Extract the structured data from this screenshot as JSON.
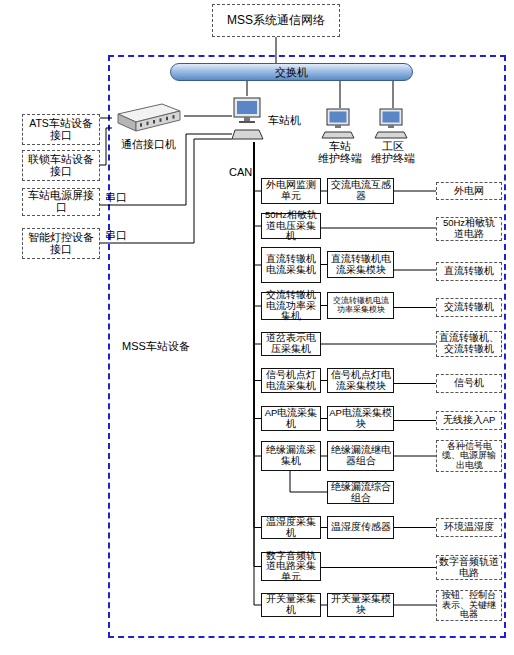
{
  "diagram": {
    "nodes": [
      {
        "text": [
          "MSS系统通信网络"
        ]
      },
      {
        "text": [
          "MSS车站设备"
        ]
      },
      {
        "text": [
          "交换机"
        ],
        "in": 1
      },
      {
        "text": [
          "ATS车站设备接口"
        ]
      },
      {
        "text": [
          "通信接口机"
        ],
        "in": 1
      },
      {
        "text": [
          "车站机"
        ],
        "in": 1
      },
      {
        "text": [
          "车站 维护终端"
        ],
        "in": 1
      },
      {
        "text": [
          "工区 维护终端"
        ],
        "in": 1
      },
      {
        "text": [
          "联锁车站设备接口"
        ]
      },
      {
        "text": [
          "车站电源屏接口"
        ]
      },
      {
        "text": [
          "智能灯控设备接口"
        ]
      },
      {
        "text": [
          "外电网监测单元"
        ],
        "in": 1
      },
      {
        "text": [
          "交流电流互感器"
        ],
        "in": 1
      },
      {
        "text": [
          "外电网"
        ],
        "in": 1
      },
      {
        "text": [
          "50Hz相敏轨道电压采集机"
        ],
        "in": 1
      },
      {
        "text": [
          "50Hz相敏轨道电路"
        ],
        "in": 1
      },
      {
        "text": [
          "直流转辙机电流采集机"
        ],
        "in": 1
      },
      {
        "text": [
          "直流转辙机电流采集模块"
        ],
        "in": 1
      },
      {
        "text": [
          "直流转辙机"
        ],
        "in": 1
      },
      {
        "text": [
          "交流转辙机电流功率采集机"
        ],
        "in": 1
      },
      {
        "text": [
          "交流转辙机电流功率采集模块"
        ],
        "in": 1
      },
      {
        "text": [
          "交流转辙机"
        ],
        "in": 1
      },
      {
        "text": [
          "道岔表示电压采集机"
        ],
        "in": 1
      },
      {
        "text": [
          "直流转辙机、交流转辙机"
        ],
        "in": 1
      },
      {
        "text": [
          "信号机点灯电流采集机"
        ],
        "in": 1
      },
      {
        "text": [
          "信号机点灯电流采集模块"
        ],
        "in": 1
      },
      {
        "text": [
          "信号机"
        ],
        "in": 1
      },
      {
        "text": [
          "AP电流采集机"
        ],
        "in": 1
      },
      {
        "text": [
          "AP电流采集模块"
        ],
        "in": 1
      },
      {
        "text": [
          "无线接入AP"
        ],
        "in": 1
      },
      {
        "text": [
          "绝缘漏流采集机"
        ],
        "in": 1
      },
      {
        "text": [
          "绝缘漏流继电器组合"
        ],
        "in": 1
      },
      {
        "text": [
          "各种信号电缆、电源屏输出电缆"
        ],
        "in": 1
      },
      {
        "text": [
          "绝缘漏流综合组合"
        ],
        "in": 1
      },
      {
        "text": [
          "温湿度采集机"
        ],
        "in": 1
      },
      {
        "text": [
          "温湿度传感器"
        ],
        "in": 1
      },
      {
        "text": [
          "环境温湿度"
        ],
        "in": 1
      },
      {
        "text": [
          "数字音频轨道电路采集单元"
        ],
        "in": 1
      },
      {
        "text": [
          "数字音频轨道电路"
        ],
        "in": 1
      },
      {
        "text": [
          "开关量采集机"
        ],
        "in": 1
      },
      {
        "text": [
          "开关量采集模块"
        ],
        "in": 1
      },
      {
        "text": [
          "按钮、控制台表示、关键继电器"
        ],
        "in": 1
      }
    ],
    "edges": [
      {
        "from": 0,
        "to": 2,
        "arrow": "none"
      },
      {
        "from": 2,
        "to": 5,
        "arrow": "none"
      },
      {
        "from": 2,
        "to": 6,
        "arrow": "none"
      },
      {
        "from": 2,
        "to": 7,
        "arrow": "none"
      },
      {
        "from": 3,
        "to": 4,
        "arrow": "none"
      },
      {
        "from": 8,
        "to": 4,
        "arrow": "none"
      },
      {
        "from": 4,
        "to": 5,
        "arrow": "none"
      },
      {
        "from": 9,
        "to": 5,
        "label": "串口",
        "arrow": "none"
      },
      {
        "from": 10,
        "to": 5,
        "label": "串口",
        "arrow": "none"
      },
      {
        "from": 5,
        "to": 11,
        "arrow": "none"
      },
      {
        "from": 5,
        "to": 14,
        "arrow": "none"
      },
      {
        "from": 5,
        "to": 16,
        "arrow": "none"
      },
      {
        "from": 5,
        "to": 19,
        "arrow": "none"
      },
      {
        "from": 5,
        "to": 22,
        "arrow": "none"
      },
      {
        "from": 5,
        "to": 24,
        "arrow": "none"
      },
      {
        "from": 5,
        "to": 27,
        "arrow": "none"
      },
      {
        "from": 5,
        "to": 30,
        "arrow": "none"
      },
      {
        "from": 5,
        "to": 34,
        "arrow": "none"
      },
      {
        "from": 5,
        "to": 37,
        "arrow": "none"
      },
      {
        "from": 5,
        "to": 39,
        "arrow": "none"
      },
      {
        "from": 11,
        "to": 12,
        "arrow": "none"
      },
      {
        "from": 12,
        "to": 13,
        "arrow": "none"
      },
      {
        "from": 14,
        "to": 15,
        "arrow": "none"
      },
      {
        "from": 16,
        "to": 17,
        "arrow": "none"
      },
      {
        "from": 17,
        "to": 18,
        "arrow": "none"
      },
      {
        "from": 19,
        "to": 20,
        "arrow": "none"
      },
      {
        "from": 20,
        "to": 21,
        "arrow": "none"
      },
      {
        "from": 22,
        "to": 23,
        "arrow": "none"
      },
      {
        "from": 24,
        "to": 25,
        "arrow": "none"
      },
      {
        "from": 25,
        "to": 26,
        "arrow": "none"
      },
      {
        "from": 27,
        "to": 28,
        "arrow": "none"
      },
      {
        "from": 28,
        "to": 29,
        "arrow": "none"
      },
      {
        "from": 30,
        "to": 31,
        "arrow": "none"
      },
      {
        "from": 31,
        "to": 32,
        "arrow": "none"
      },
      {
        "from": 30,
        "to": 33,
        "arrow": "none"
      },
      {
        "from": 34,
        "to": 35,
        "arrow": "none"
      },
      {
        "from": 35,
        "to": 36,
        "arrow": "none"
      },
      {
        "from": 37,
        "to": 38,
        "arrow": "none"
      },
      {
        "from": 39,
        "to": 40,
        "arrow": "none"
      },
      {
        "from": 40,
        "to": 41,
        "arrow": "none"
      }
    ],
    "labels": [
      "CAN"
    ]
  }
}
